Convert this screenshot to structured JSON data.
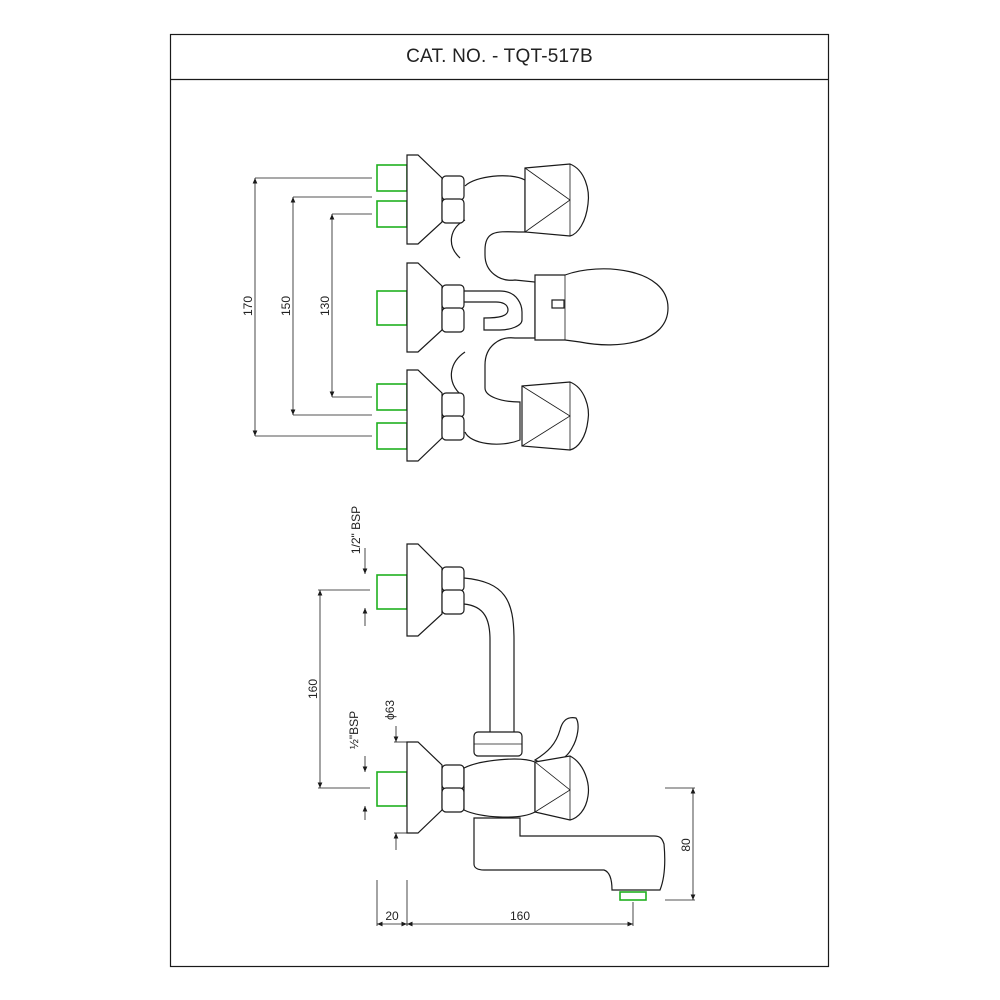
{
  "title": "CAT. NO. - TQT-517B",
  "top_view": {
    "dim_170": "170",
    "dim_150": "150",
    "dim_130": "130"
  },
  "side_view": {
    "thread_top": "1/2\" BSP",
    "dim_160_vertical": "160",
    "thread_bottom": "½\"BSP",
    "dia_63": "ϕ63",
    "dim_80": "80",
    "dim_20": "20",
    "dim_160_horizontal": "160"
  },
  "colors": {
    "line": "#1a1a1a",
    "inlet_highlight": "#20b020"
  }
}
